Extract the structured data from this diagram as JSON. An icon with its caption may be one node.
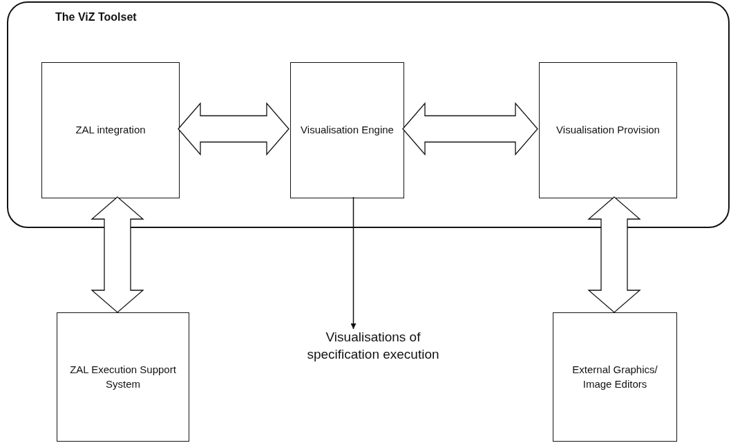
{
  "diagram": {
    "nodes": [
      {
        "text": [
          "The ViZ Toolset"
        ]
      },
      {
        "text": [
          "ZAL integration"
        ],
        "in": 0
      },
      {
        "text": [
          "Visualisation Engine"
        ],
        "in": 0
      },
      {
        "text": [
          "Visualisation Provision"
        ],
        "in": 0
      },
      {
        "text": [
          "ZAL Execution Support System"
        ]
      },
      {
        "text": [
          "Visualisations of specification execution"
        ]
      },
      {
        "text": [
          "External Graphics/ Image Editors"
        ]
      }
    ],
    "edges": [
      {
        "from": 1,
        "to": 2,
        "arrow": "both",
        "style": "thick"
      },
      {
        "from": 2,
        "to": 3,
        "arrow": "both",
        "style": "thick"
      },
      {
        "from": 1,
        "to": 4,
        "arrow": "both",
        "style": "thick"
      },
      {
        "from": 2,
        "to": 5,
        "arrow": "to"
      },
      {
        "from": 3,
        "to": 6,
        "arrow": "both",
        "style": "thick"
      }
    ]
  }
}
